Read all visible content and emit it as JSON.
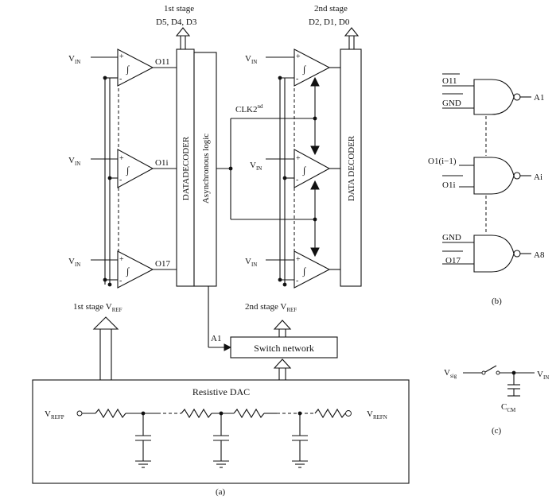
{
  "panel_a": {
    "caption": "(a)",
    "stage1_title": "1st stage",
    "stage1_outputs": "D5, D4, D3",
    "stage2_title": "2nd stage",
    "stage2_outputs": "D2, D1, D0",
    "vin_label": "V",
    "vin_sub": "IN",
    "stage1_comparators": [
      {
        "id": "top",
        "output": "O11"
      },
      {
        "id": "mid",
        "output": "O1i"
      },
      {
        "id": "bot",
        "output": "O17"
      }
    ],
    "integrator_symbol": "∫",
    "plus": "+",
    "minus": "-",
    "decoder1_label": "DATADECODER",
    "async_label": "Asynchronous logic",
    "decoder2_label": "DATA DECODER",
    "clk_label": "CLK2",
    "clk_sup": "nd",
    "stage1_ref_label": "1st stage V",
    "stage1_ref_sub": "REF",
    "stage2_ref_label": "2nd stage V",
    "stage2_ref_sub": "REF",
    "a1_label": "A1",
    "switch_network_label": "Switch network",
    "dac_label": "Resistive DAC",
    "vrefp_label": "V",
    "vrefp_sub": "REFP",
    "vrefn_label": "V",
    "vrefn_sub": "REFN"
  },
  "panel_b": {
    "caption": "(b)",
    "gates": [
      {
        "in1": "O11",
        "in2": "GND",
        "out": "A1"
      },
      {
        "in1": "O1(i−1)",
        "in2": "O1i",
        "out": "Ai"
      },
      {
        "in1": "GND",
        "in2": "O17",
        "out": "A8"
      }
    ]
  },
  "panel_c": {
    "caption": "(c)",
    "vsig_label": "V",
    "vsig_sub": "sig",
    "vin_label": "V",
    "vin_sub": "IN",
    "ccm_label": "C",
    "ccm_sub": "CM"
  }
}
